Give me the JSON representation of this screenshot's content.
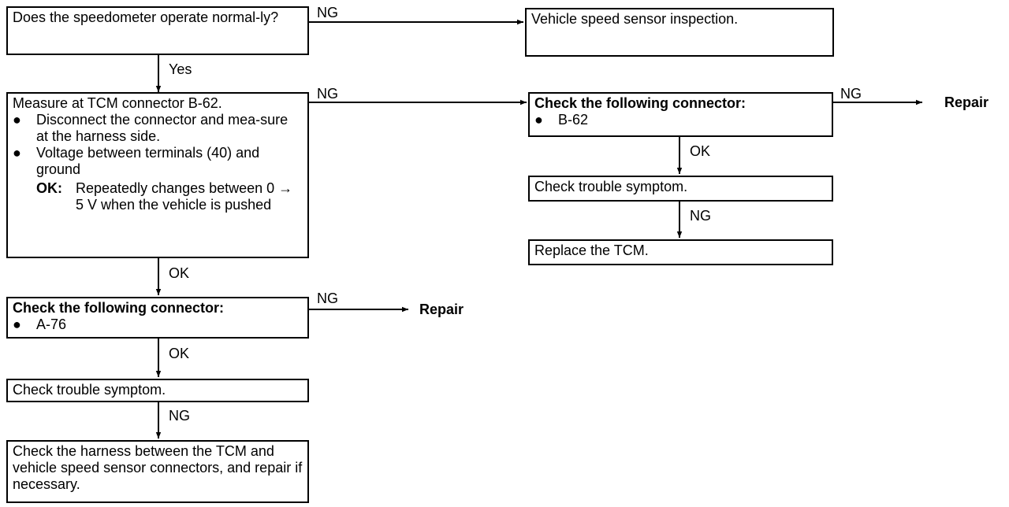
{
  "boxes": {
    "speedometer_q": "Does the speedometer operate normal-ly?",
    "vss_inspection": "Vehicle speed sensor inspection.",
    "measure_title": "Measure at TCM connector B-62.",
    "measure_b1": "Disconnect the connector and mea-sure at the harness side.",
    "measure_b2": "Voltage between terminals (40) and ground",
    "measure_ok_label": "OK:",
    "measure_ok_text": "Repeatedly changes between 0 → 5 V when the vehicle is pushed",
    "connector_b62_title": "Check the following connector:",
    "connector_b62_item": "B-62",
    "trouble_right": "Check trouble symptom.",
    "replace_tcm": "Replace the TCM.",
    "connector_a76_title": "Check the following connector:",
    "connector_a76_item": "A-76",
    "trouble_left": "Check trouble symptom.",
    "harness_check": "Check the harness between the TCM and vehicle speed sensor connectors, and repair if necessary."
  },
  "labels": {
    "ng": "NG",
    "yes": "Yes",
    "ok": "OK",
    "repair": "Repair",
    "bullet": "●"
  }
}
